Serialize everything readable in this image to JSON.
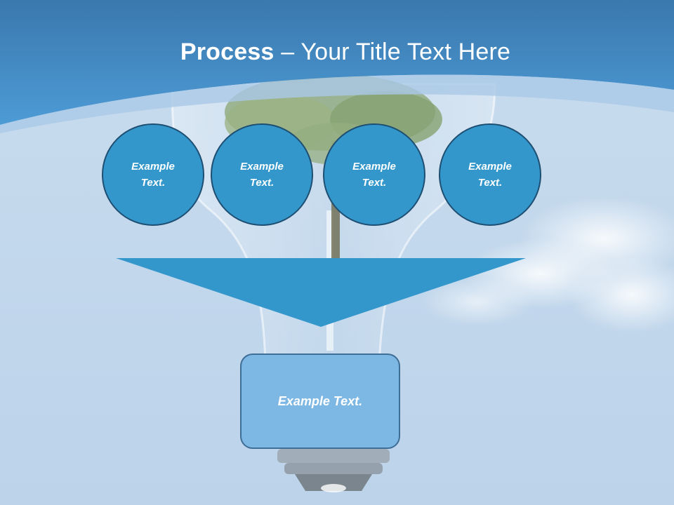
{
  "slide": {
    "title_bold": "Process",
    "title_rest": " – Your Title Text Here",
    "circles": [
      {
        "line1": "Example",
        "line2": "Text."
      },
      {
        "line1": "Example",
        "line2": "Text."
      },
      {
        "line1": "Example",
        "line2": "Text."
      },
      {
        "line1": "Example",
        "line2": "Text."
      }
    ],
    "result_text": "Example Text."
  },
  "colors": {
    "header_blue": "#3f8fcf",
    "circle_fill": "#3397cc",
    "circle_border": "#1e4f73",
    "funnel_fill": "#3397cc",
    "box_fill": "#7db7e3",
    "box_border": "#3d6e95"
  },
  "icons": [
    "light-bulb-image",
    "tree-image",
    "clouds-image"
  ]
}
